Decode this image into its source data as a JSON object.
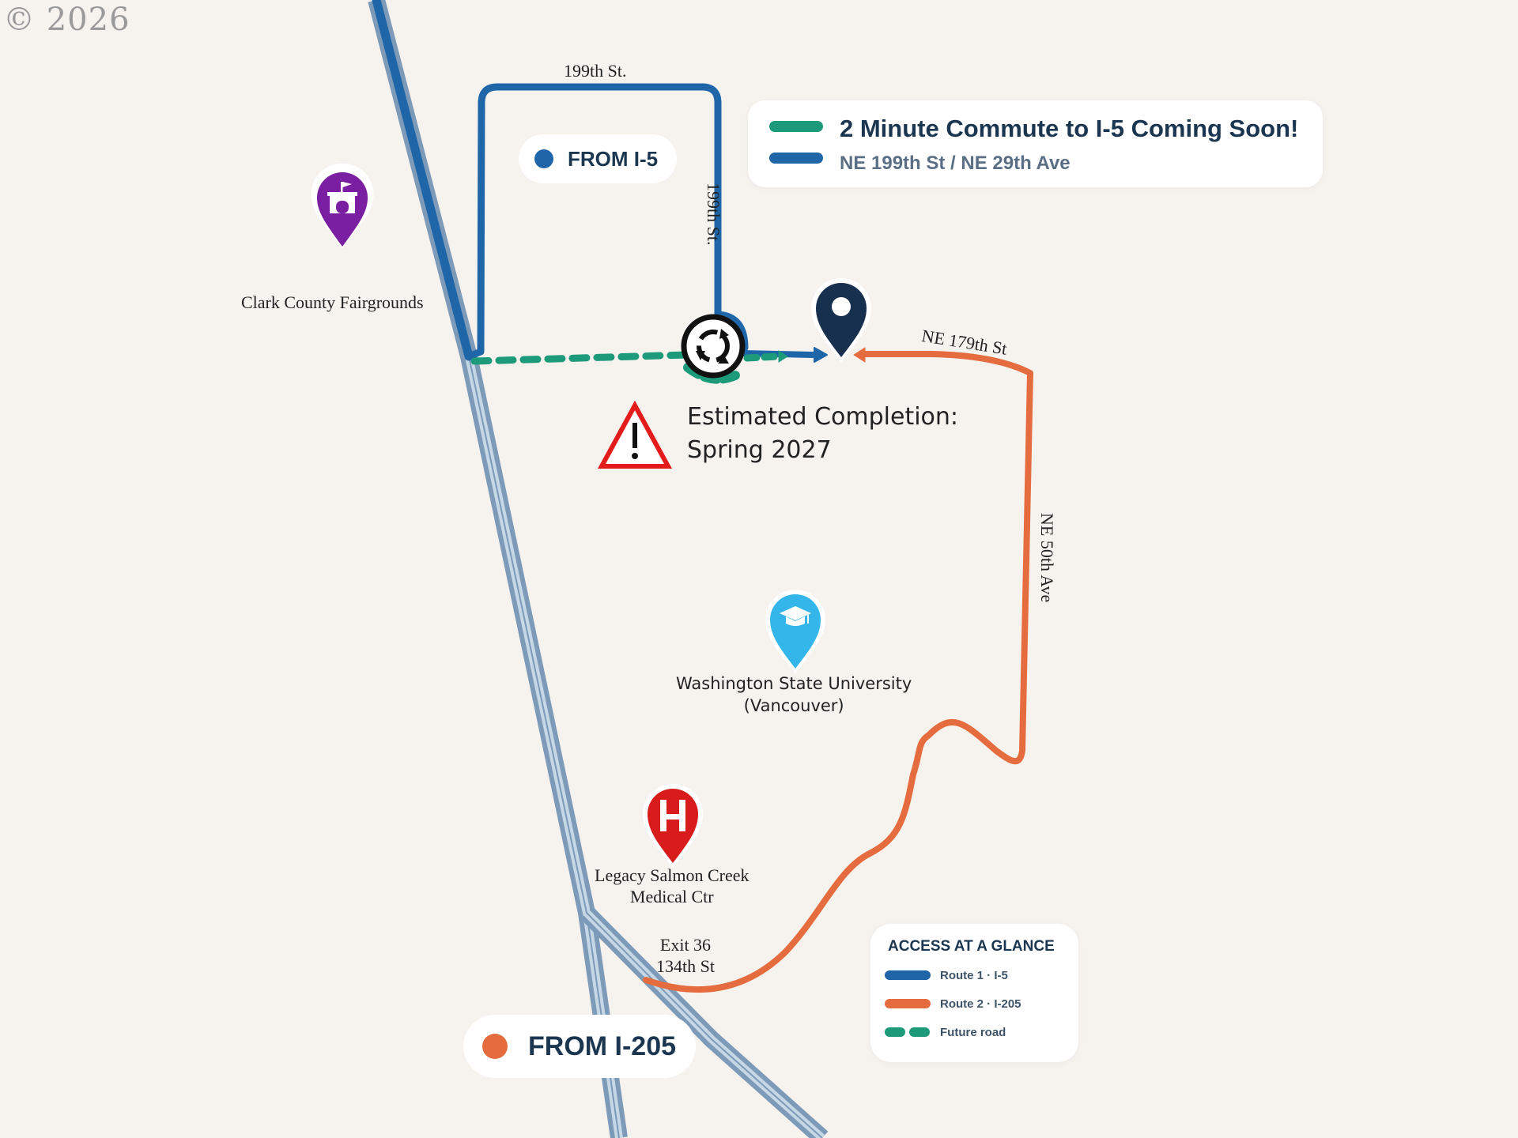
{
  "copyright": "© 2026",
  "title_card": {
    "headline": "2 Minute Commute to I-5 Coming Soon!",
    "subline": "NE 199th St / NE 29th Ave",
    "bar_colors": [
      "#1c9a7a",
      "#1f66a9"
    ]
  },
  "pills": {
    "from_i5": {
      "label": "FROM I-5",
      "color": "#1f66a9"
    },
    "from_i205": {
      "label": "FROM I-205",
      "color": "#e56c3e"
    }
  },
  "road_labels": {
    "top_199": "199th St.",
    "side_199": "199th St.",
    "ne_179": "NE 179th St",
    "ne_50": "NE 50th Ave"
  },
  "places": {
    "fairgrounds": {
      "label": "Clark County Fairgrounds",
      "icon": "fairgrounds-icon",
      "color": "#7b1fa2"
    },
    "wsu": {
      "label_line1": "Washington State University",
      "label_line2": "(Vancouver)",
      "icon": "graduation-cap-icon",
      "color": "#35b6ea"
    },
    "legacy": {
      "label_line1": "Legacy Salmon Creek",
      "label_line2": "Medical Ctr",
      "icon": "hospital-icon",
      "color": "#d81b1b"
    },
    "destination": {
      "icon": "destination-pin-icon",
      "color": "#17304d"
    }
  },
  "exit": {
    "line1": "Exit 36",
    "line2": "134th St"
  },
  "notice": {
    "line1": "Estimated Completion:",
    "line2": "Spring 2027",
    "icon": "warning-icon",
    "color": "#e31b1b"
  },
  "roundabout": {
    "icon": "roundabout-icon"
  },
  "legend": {
    "title": "ACCESS AT A GLANCE",
    "items": [
      {
        "label": "Route 1 · I-5",
        "color": "#1f66a9"
      },
      {
        "label": "Route 2 · I-205",
        "color": "#e56c3e"
      },
      {
        "label": "Future road",
        "color": "#1c9a7a"
      }
    ]
  }
}
